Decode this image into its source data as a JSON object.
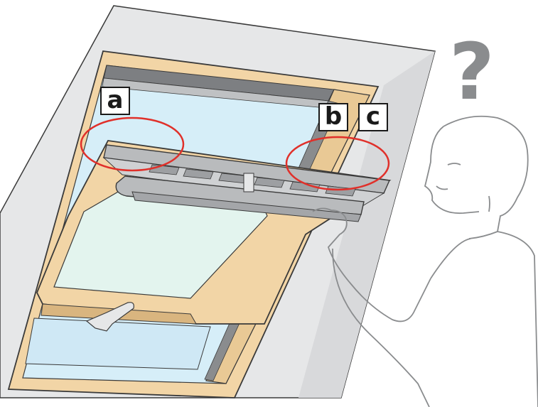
{
  "labels": {
    "a": "a",
    "b": "b",
    "c": "c"
  },
  "question_mark": "?",
  "colors": {
    "wall": "#e6e7e8",
    "wood": "#f2d5a6",
    "wood_dark": "#d9b57f",
    "glass": "#d6eef8",
    "glass_inner": "#e3f4ee",
    "flashing": "#8a8c8e",
    "handle_bar": "#b9bbbd",
    "highlight_circle": "#e0302a",
    "question_mark": "#8a8c8e",
    "outline": "#3a3a3a"
  },
  "icons": [
    "roof-window",
    "ventilation-handle",
    "window-handle",
    "person-icon",
    "question-mark-icon"
  ]
}
